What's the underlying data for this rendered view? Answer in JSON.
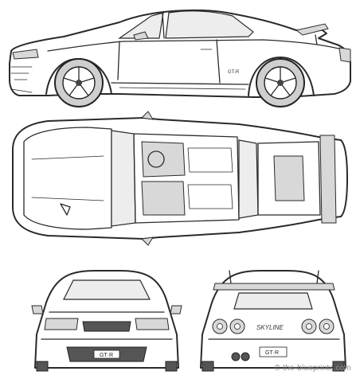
{
  "watermark": "© the-blueprints.com",
  "badges": {
    "side": "GT-R",
    "front_plate": "GT·R",
    "rear_plate": "GT·R",
    "rear_script": "SKYLINE"
  }
}
